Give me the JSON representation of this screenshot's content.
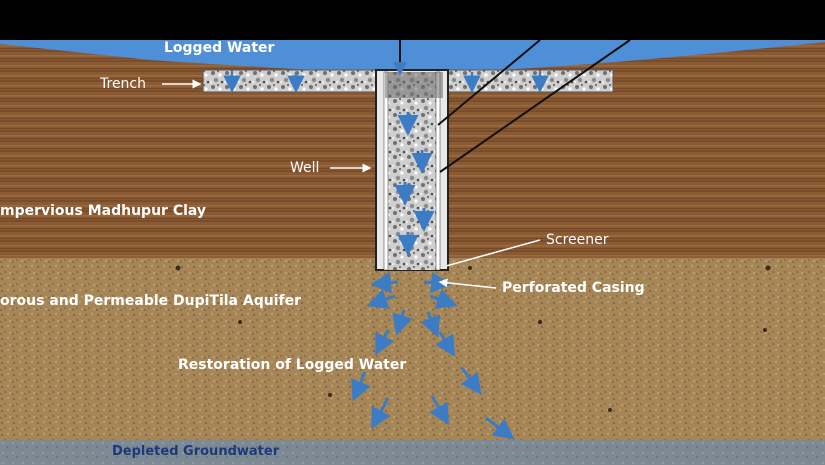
{
  "labels": {
    "logged_water": "Logged Water",
    "trench": "Trench",
    "well": "Well",
    "clay": "mpervious Madhupur Clay",
    "screener": "Screener",
    "aquifer": "orous and Permeable DupiTila Aquifer",
    "perforated_casing": "Perforated Casing",
    "restoration": "Restoration of Logged Water",
    "depleted": "Depleted Groundwater"
  },
  "colors": {
    "sky": "#4f8fd8",
    "clay": "#8a5a33",
    "aquifer": "#a58555",
    "groundwater": "#7d8a93",
    "arrow": "#3c7cc4",
    "label_text": "#ffffff",
    "groundwater_label": "#1a3a7a"
  }
}
